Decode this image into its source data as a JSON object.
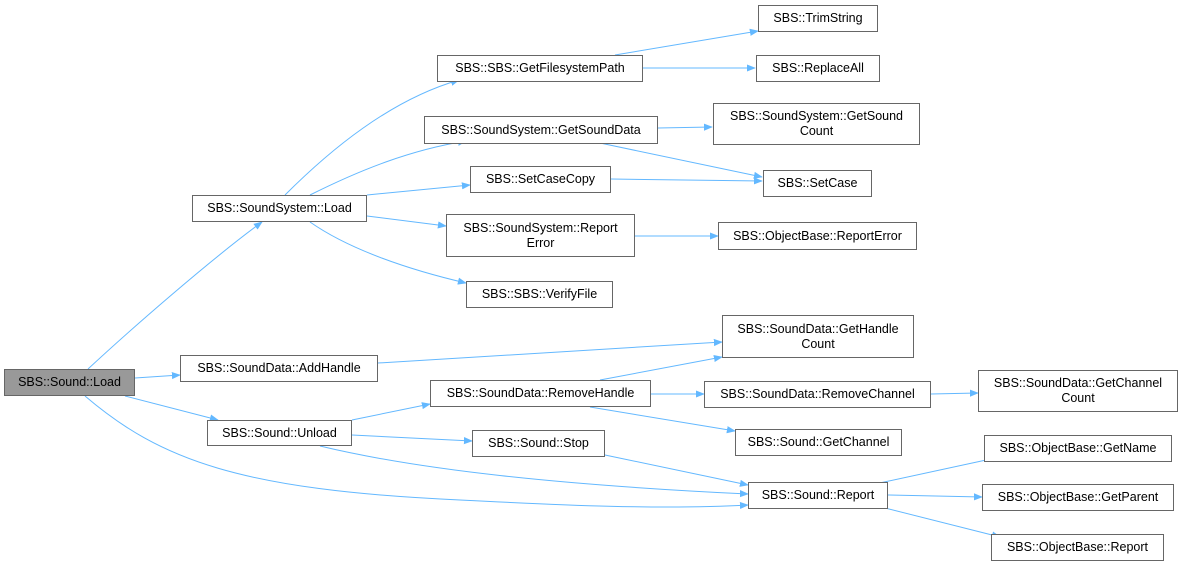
{
  "nodes": {
    "sound_load": {
      "lines": [
        "SBS::Sound::Load"
      ]
    },
    "soundsystem_load": {
      "lines": [
        "SBS::SoundSystem::Load"
      ]
    },
    "get_filesystem_path": {
      "lines": [
        "SBS::SBS::GetFilesystemPath"
      ]
    },
    "trim_string": {
      "lines": [
        "SBS::TrimString"
      ]
    },
    "replace_all": {
      "lines": [
        "SBS::ReplaceAll"
      ]
    },
    "get_sound_data": {
      "lines": [
        "SBS::SoundSystem::GetSoundData"
      ]
    },
    "get_sound_count": {
      "lines": [
        "SBS::SoundSystem::GetSound",
        "Count"
      ]
    },
    "set_case_copy": {
      "lines": [
        "SBS::SetCaseCopy"
      ]
    },
    "set_case": {
      "lines": [
        "SBS::SetCase"
      ]
    },
    "soundsystem_report_error": {
      "lines": [
        "SBS::SoundSystem::Report",
        "Error"
      ]
    },
    "objectbase_report_error": {
      "lines": [
        "SBS::ObjectBase::ReportError"
      ]
    },
    "verify_file": {
      "lines": [
        "SBS::SBS::VerifyFile"
      ]
    },
    "add_handle": {
      "lines": [
        "SBS::SoundData::AddHandle"
      ]
    },
    "get_handle_count": {
      "lines": [
        "SBS::SoundData::GetHandle",
        "Count"
      ]
    },
    "remove_handle": {
      "lines": [
        "SBS::SoundData::RemoveHandle"
      ]
    },
    "remove_channel": {
      "lines": [
        "SBS::SoundData::RemoveChannel"
      ]
    },
    "get_channel_count": {
      "lines": [
        "SBS::SoundData::GetChannel",
        "Count"
      ]
    },
    "sound_unload": {
      "lines": [
        "SBS::Sound::Unload"
      ]
    },
    "get_channel": {
      "lines": [
        "SBS::Sound::GetChannel"
      ]
    },
    "sound_stop": {
      "lines": [
        "SBS::Sound::Stop"
      ]
    },
    "sound_report": {
      "lines": [
        "SBS::Sound::Report"
      ]
    },
    "get_name": {
      "lines": [
        "SBS::ObjectBase::GetName"
      ]
    },
    "get_parent": {
      "lines": [
        "SBS::ObjectBase::GetParent"
      ]
    },
    "objectbase_report": {
      "lines": [
        "SBS::ObjectBase::Report"
      ]
    }
  },
  "edge_color": "#63b8ff",
  "node_border_color": "#666666",
  "root_fill_color": "#999999"
}
